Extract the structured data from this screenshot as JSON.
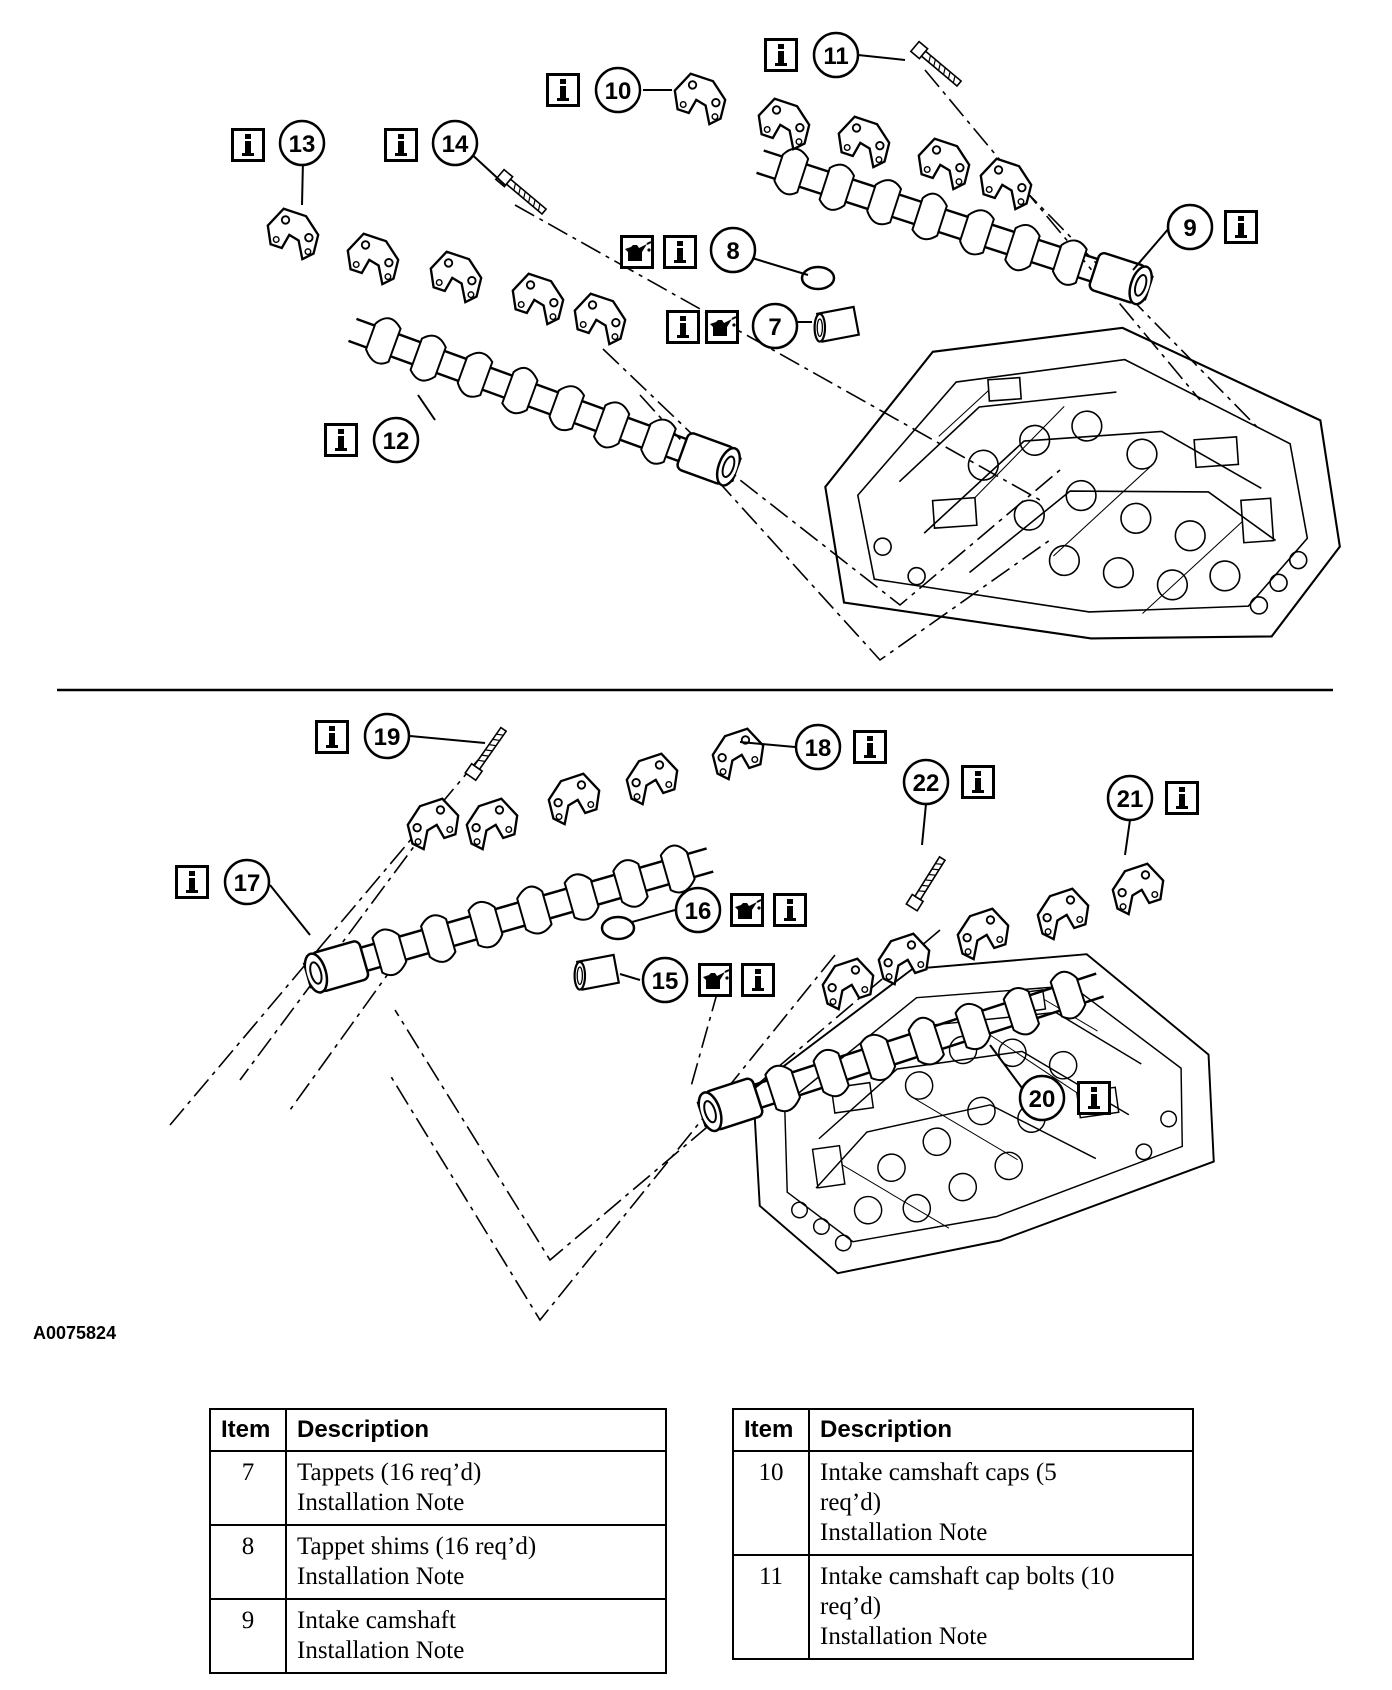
{
  "figure_id": "A0075824",
  "info_icon_glyph": "i",
  "icons": [
    "info-icon",
    "oil-can-icon"
  ],
  "callouts": {
    "c7": "7",
    "c8": "8",
    "c9": "9",
    "c10": "10",
    "c11": "11",
    "c12": "12",
    "c13": "13",
    "c14": "14",
    "c15": "15",
    "c16": "16",
    "c17": "17",
    "c18": "18",
    "c19": "19",
    "c20": "20",
    "c21": "21",
    "c22": "22"
  },
  "legend_left": {
    "headers": {
      "item": "Item",
      "description": "Description"
    },
    "rows": [
      {
        "item": "7",
        "description": "Tappets (16 req’d)\nInstallation Note"
      },
      {
        "item": "8",
        "description": "Tappet shims (16 req’d)\nInstallation Note"
      },
      {
        "item": "9",
        "description": "Intake camshaft\nInstallation Note"
      }
    ]
  },
  "legend_right": {
    "headers": {
      "item": "Item",
      "description": "Description"
    },
    "rows": [
      {
        "item": "10",
        "description": "Intake camshaft caps (5\nreq’d)\nInstallation Note"
      },
      {
        "item": "11",
        "description": "Intake camshaft cap bolts (10\nreq’d)\nInstallation Note"
      }
    ]
  }
}
